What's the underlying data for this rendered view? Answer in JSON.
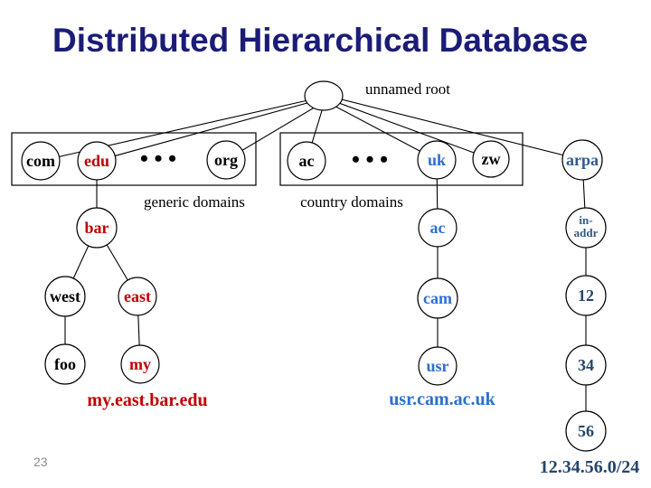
{
  "slide": {
    "title": "Distributed Hierarchical Database",
    "page_number": "23",
    "colors": {
      "title_navy": "#1b1c77",
      "node_red": "#c00000",
      "node_blue": "#2c6fd2",
      "node_steel": "#305a8a",
      "label_navy": "#24466e",
      "page_gray": "#8c8c8c"
    }
  },
  "diagram": {
    "root_label": "unnamed root",
    "generic_box_label": "generic domains",
    "country_box_label": "country domains",
    "ellipsis": "• • •",
    "nodes": {
      "com": "com",
      "edu": "edu",
      "org": "org",
      "ac_top": "ac",
      "uk": "uk",
      "zw": "zw",
      "arpa": "arpa",
      "bar": "bar",
      "west": "west",
      "east": "east",
      "foo": "foo",
      "my": "my",
      "ac_uk": "ac",
      "cam": "cam",
      "usr": "usr",
      "in_addr_line1": "in-",
      "in_addr_line2": "addr",
      "n12": "12",
      "n34": "34",
      "n56": "56"
    },
    "captions": {
      "edu_fqdn": "my.east.bar.edu",
      "uk_fqdn": "usr.cam.ac.uk",
      "arpa_prefix": "12.34.56.0/24"
    }
  }
}
